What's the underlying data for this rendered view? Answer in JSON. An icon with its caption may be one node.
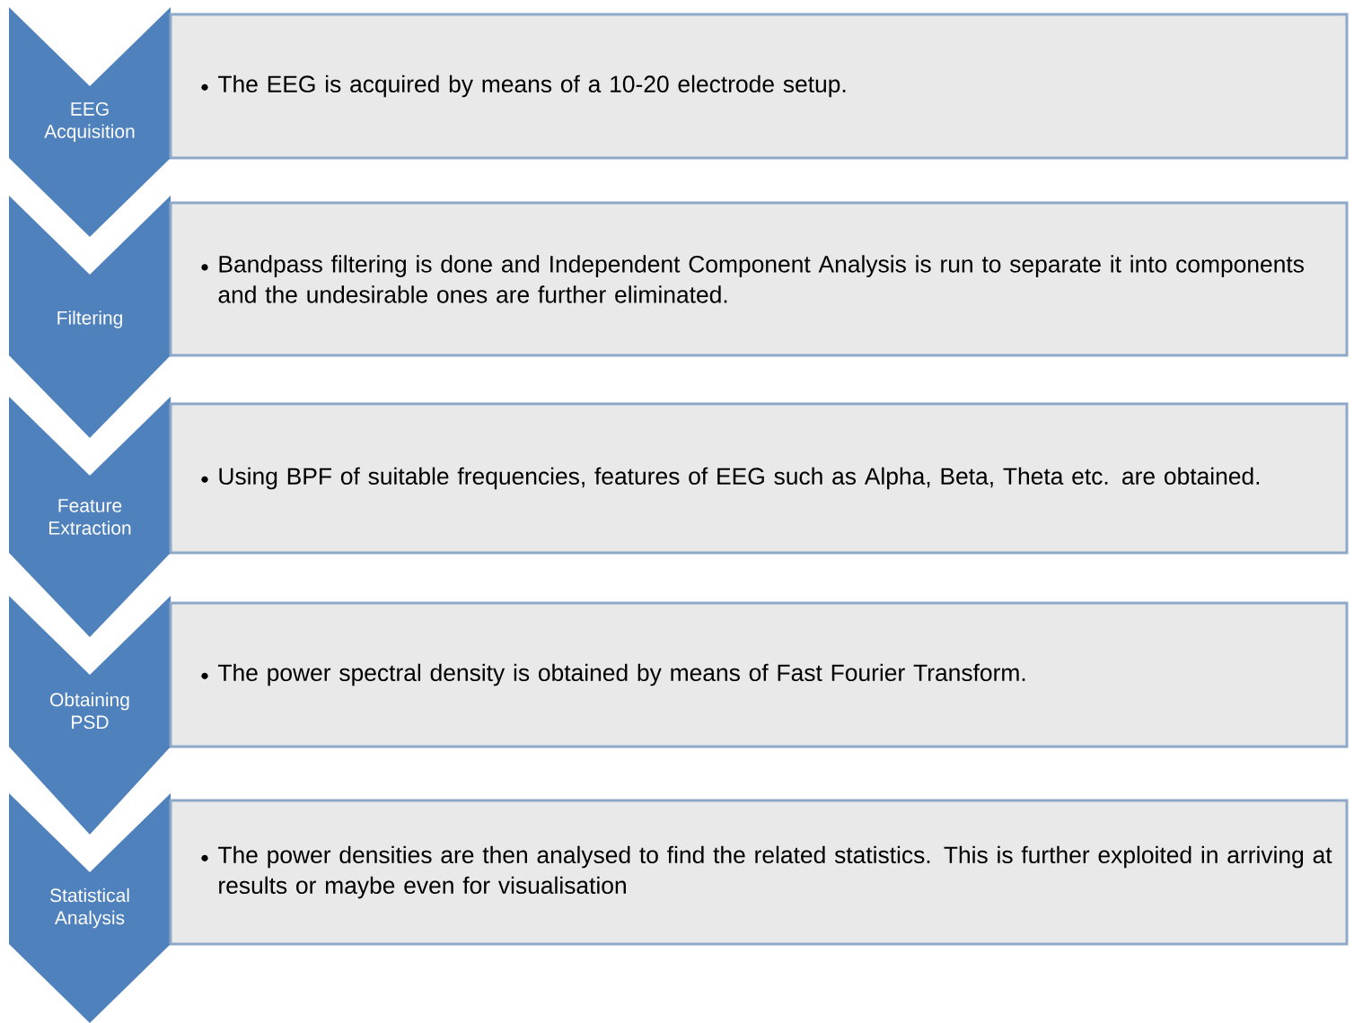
{
  "diagram": {
    "nodes": [
      {
        "text": [
          "EEG Acquisition"
        ]
      },
      {
        "text": [
          "The EEG is acquired by means of a 10-20 electrode setup."
        ]
      },
      {
        "text": [
          "Filtering"
        ]
      },
      {
        "text": [
          "Bandpass filtering is done and Independent Component Analysis is run to separate it into components and the undesirable ones are further eliminated."
        ]
      },
      {
        "text": [
          "Feature Extraction"
        ]
      },
      {
        "text": [
          "Using BPF of suitable frequencies, features of EEG such as Alpha, Beta, Theta etc. are obtained."
        ]
      },
      {
        "text": [
          "Obtaining PSD"
        ]
      },
      {
        "text": [
          "The power spectral density is obtained by means of Fast Fourier Transform."
        ]
      },
      {
        "text": [
          "Statistical Analysis"
        ]
      },
      {
        "text": [
          "The power densities are then analysed to find the related statistics. This is further exploited in arriving at results or maybe even for visualisation"
        ]
      }
    ],
    "edges": [
      {
        "from": 0,
        "to": 2,
        "arrow": "to"
      },
      {
        "from": 2,
        "to": 4,
        "arrow": "to"
      },
      {
        "from": 4,
        "to": 6,
        "arrow": "to"
      },
      {
        "from": 6,
        "to": 8,
        "arrow": "to"
      },
      {
        "from": 8,
        "to": null,
        "arrow": "to"
      }
    ]
  }
}
